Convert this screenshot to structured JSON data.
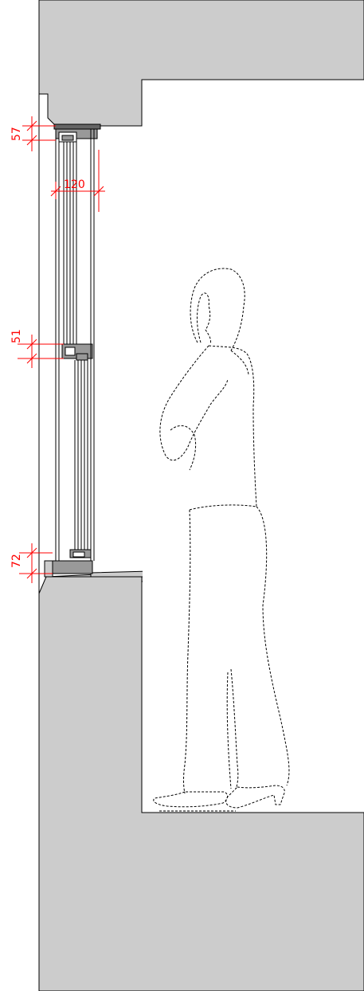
{
  "drawing": {
    "dimensions": {
      "head_height": "57",
      "frame_depth": "120",
      "transom_height": "51",
      "sill_height": "72"
    },
    "colors": {
      "wall_fill": "#cccccc",
      "frame_fill": "#999999",
      "line": "#000000",
      "dimension": "#ff0000",
      "figure_outline": "#000000"
    }
  }
}
